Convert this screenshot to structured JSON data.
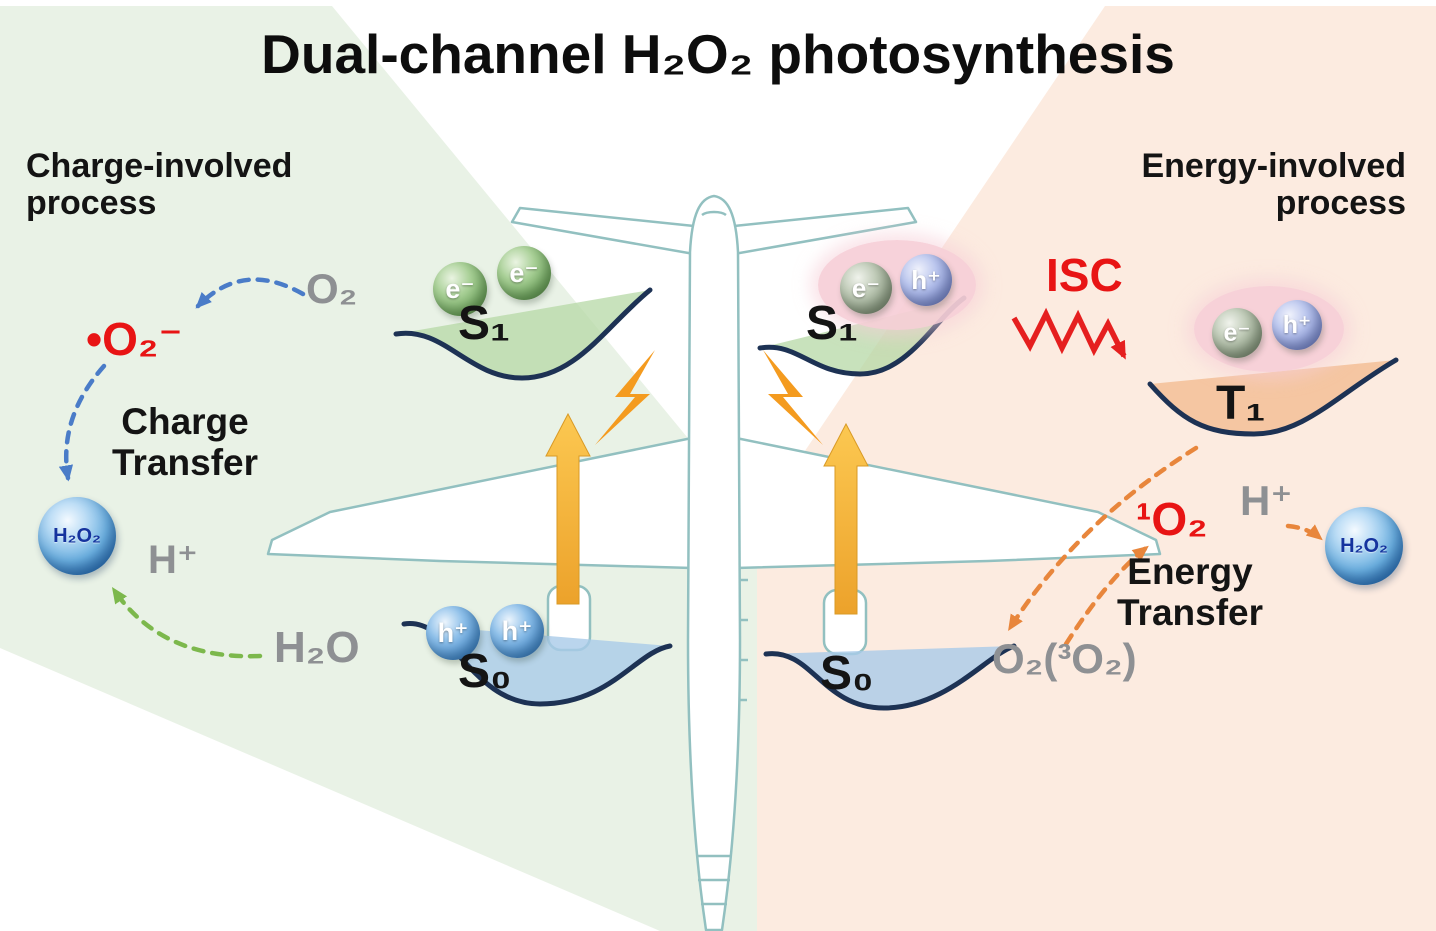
{
  "title": "Dual-channel H₂O₂ photosynthesis",
  "left_panel": {
    "header_line1": "Charge-involved",
    "header_line2": "process",
    "o2": "O₂",
    "superoxide": "•O₂⁻",
    "charge_transfer_line1": "Charge",
    "charge_transfer_line2": "Transfer",
    "h2o2": "H₂O₂",
    "h_plus": "H⁺",
    "h2o": "H₂O",
    "s1": "S₁",
    "s0": "S₀",
    "electron": "e⁻",
    "hole": "h⁺"
  },
  "right_panel": {
    "header_line1": "Energy-involved",
    "header_line2": "process",
    "s1": "S₁",
    "isc": "ISC",
    "t1": "T₁",
    "singlet_o2": "¹O₂",
    "h_plus": "H⁺",
    "h2o2": "H₂O₂",
    "energy_transfer_line1": "Energy",
    "energy_transfer_line2": "Transfer",
    "ground_o2": "O₂(³O₂)",
    "s0": "S₀",
    "electron": "e⁻",
    "hole": "h⁺"
  },
  "icons": {
    "airplane": "airplane-top-view",
    "lightning": "lightning-bolt",
    "excitation": "upward-excitation-arrow",
    "isc_arrow": "red-zigzag-arrow"
  },
  "colors": {
    "charge_bg": "#e9f2e6",
    "energy_bg": "#fcebe0",
    "red_accent": "#e81414",
    "gray_label": "#8e9093",
    "curve_stroke": "#1d3254",
    "s1_fill": "#b6d8a6",
    "s0_fill": "#a9cbe9",
    "t1_fill": "#f3bd92",
    "gold_arrow": "#f5b53d",
    "blue_dash": "#4a7cc8",
    "green_dash": "#7cb84c",
    "orange_dash": "#e8863c",
    "plane_outline": "#92c0c0",
    "exciton_pink": "#f6ced7"
  }
}
